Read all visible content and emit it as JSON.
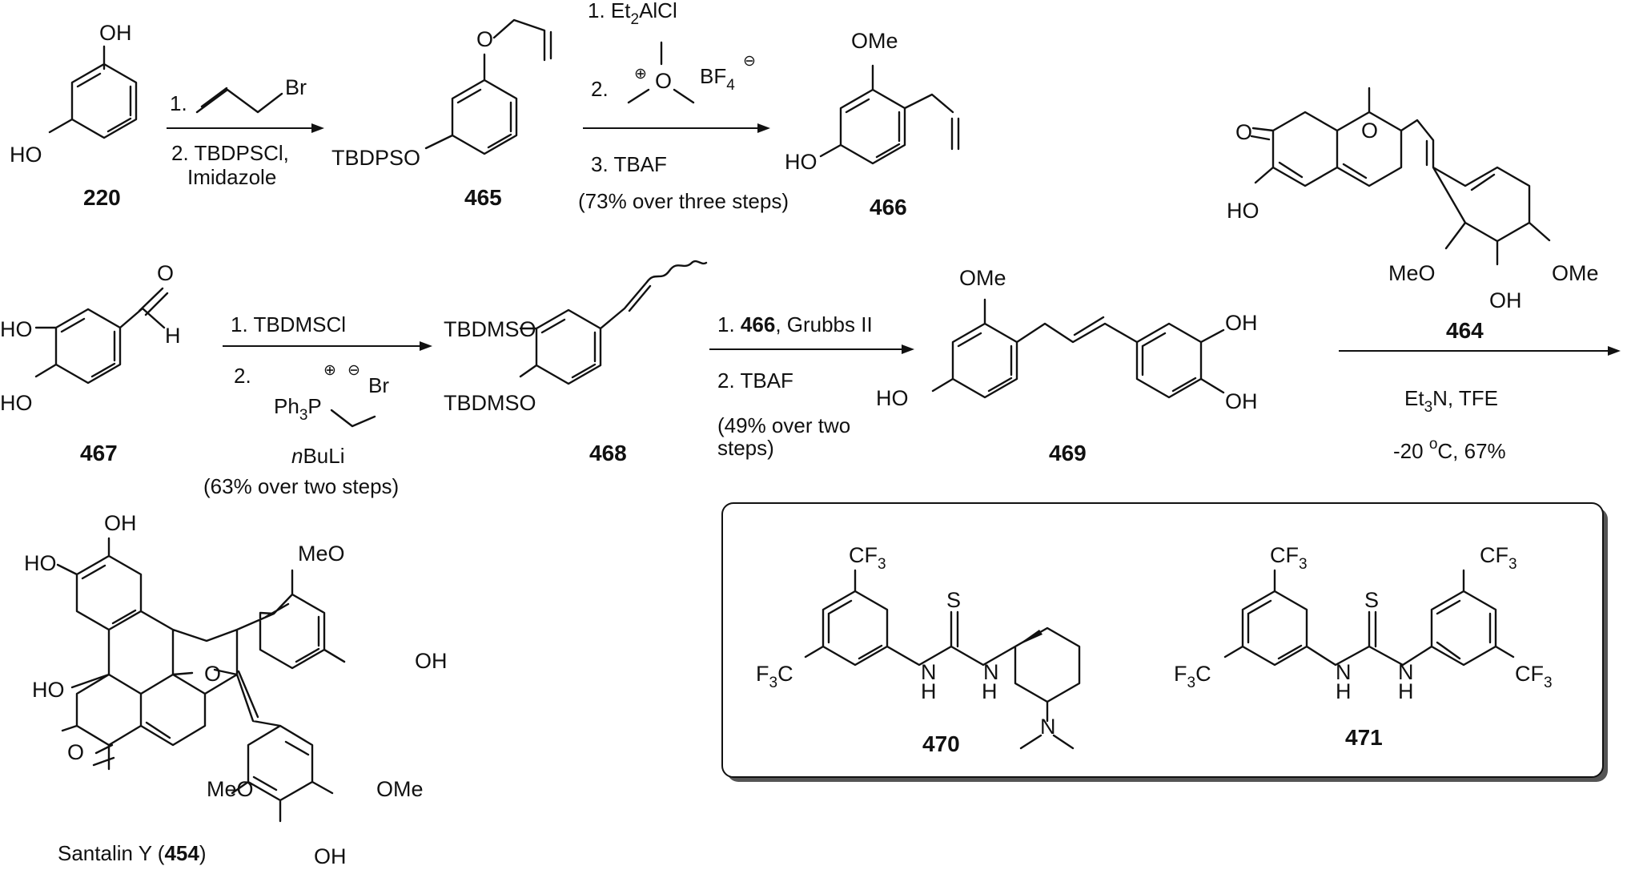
{
  "compounds": {
    "c220": {
      "label": "220",
      "a1": "OH",
      "a2": "HO"
    },
    "c465": {
      "label": "465",
      "a1": "O",
      "a2": "TBDPSO"
    },
    "c466": {
      "label": "466",
      "a1": "OMe",
      "a2": "HO"
    },
    "c464": {
      "label": "464",
      "a1": "O",
      "a2": "O",
      "a3": "HO",
      "a4": "MeO",
      "a5": "OMe",
      "a6": "OH"
    },
    "c467": {
      "label": "467",
      "a1": "O",
      "a2": "H",
      "a3": "HO",
      "a4": "HO"
    },
    "c468": {
      "label": "468",
      "a1": "TBDMSO",
      "a2": "TBDMSO"
    },
    "c469": {
      "label": "469",
      "a1": "OMe",
      "a2": "HO",
      "a3": "OH",
      "a4": "OH"
    },
    "c454": {
      "label_pre": "Santalin Y (",
      "label_num": "454",
      "label_post": ")",
      "a1": "OH",
      "a2": "HO",
      "a3": "MeO",
      "a4": "OH",
      "a5": "HO",
      "a6": "O",
      "a7": "O",
      "a8": "MeO",
      "a9": "OMe",
      "a10": "OH"
    },
    "c470": {
      "label": "470",
      "cf3": "CF",
      "cf3_sub": "3",
      "f3c": "F",
      "f3c_sub": "3",
      "f3c_c": "C",
      "s": "S",
      "h1": "H",
      "n1": "N",
      "h2": "H",
      "n2": "N",
      "n3": "N"
    },
    "c471": {
      "label": "471",
      "cf3a": "CF",
      "cf3a_sub": "3",
      "cf3b": "CF",
      "cf3b_sub": "3",
      "cf3c": "CF",
      "cf3c_sub": "3",
      "f3c": "F",
      "f3c_sub": "3",
      "f3c_c": "C",
      "s": "S",
      "n1": "N",
      "h1": "H",
      "n2": "N",
      "h2": "H"
    }
  },
  "conditions": {
    "step1": {
      "l1_num": "1.",
      "l1_br": "Br",
      "l2": "2. TBDPSCl,",
      "l3": "Imidazole"
    },
    "step2": {
      "l1": "1. Et",
      "l1_sub": "2",
      "l1_post": "AlCl",
      "l2": "2.",
      "plus": "⊕",
      "o": "O",
      "bf": "BF",
      "bf_sub": "4",
      "minus": "⊖",
      "l3": "3. TBAF",
      "l4": "(73% over three steps)"
    },
    "step3": {
      "l1": "1.   TBDMSCl",
      "l2": "2.",
      "plus": "⊕",
      "minus": "⊖",
      "br": "Br",
      "ph": "Ph",
      "ph_sub": "3",
      "p": "P",
      "l3_italic": "n",
      "l3": "BuLi",
      "l4": "(63% over two steps)"
    },
    "step4": {
      "l1_pre": "1. ",
      "l1_num": "466",
      "l1_post": ", Grubbs II",
      "l2": "2. TBAF",
      "l3": "(49% over two",
      "l4": "steps)"
    },
    "step5": {
      "l1": "Et",
      "l1_sub": "3",
      "l1_post": "N, TFE",
      "l2_pre": "-20 ",
      "l2_sup": "o",
      "l2_post": "C, 67%"
    }
  }
}
